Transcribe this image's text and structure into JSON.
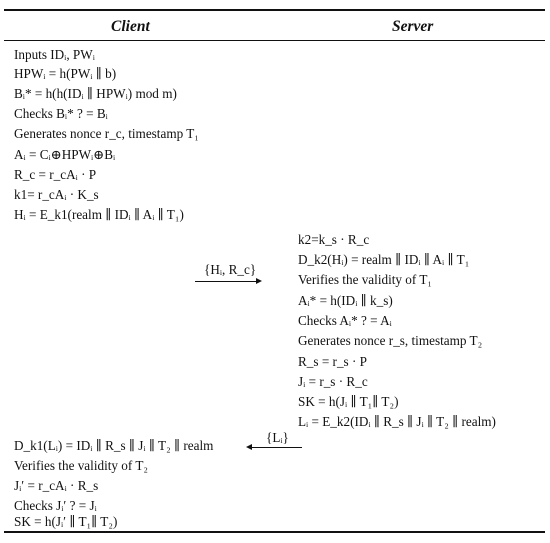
{
  "header": {
    "client": "Client",
    "server": "Server"
  },
  "client_steps": [
    "Inputs IDᵢ, PWᵢ",
    "HPWᵢ = h(PWᵢ ∥ b)",
    "Bᵢ* = h(h(IDᵢ ∥ HPWᵢ) mod m)",
    "Checks Bᵢ* ? = Bᵢ",
    "Generates nonce r_c, timestamp T₁",
    "Aᵢ = Cᵢ⊕HPWᵢ⊕Bᵢ",
    "R_c = r_cAᵢ · P",
    "k1= r_cAᵢ · K_s",
    "Hᵢ = E_k1(realm ∥ IDᵢ ∥ Aᵢ ∥ T₁)"
  ],
  "message1": "{Hᵢ, R_c}",
  "server_steps": [
    "k2=k_s · R_c",
    "D_k2(Hᵢ) = realm ∥ IDᵢ ∥ Aᵢ ∥ T₁",
    "Verifies the validity of T₁",
    "Aᵢ* = h(IDᵢ ∥ k_s)",
    "Checks  Aᵢ* ? = Aᵢ",
    "Generates nonce r_s, timestamp T₂",
    "R_s = r_s · P",
    "Jᵢ = r_s · R_c",
    "SK = h(Jᵢ ∥ T₁∥ T₂)",
    "Lᵢ = E_k2(IDᵢ ∥ R_s ∥ Jᵢ ∥ T₂ ∥ realm)"
  ],
  "message2": "{Lᵢ}",
  "client_final_steps": [
    "D_k1(Lᵢ) = IDᵢ ∥ R_s ∥ Jᵢ ∥ T₂ ∥ realm",
    "Verifies the validity of T₂",
    "Jᵢ′ = r_cAᵢ · R_s",
    "Checks Jᵢ′ ? = Jᵢ",
    "SK = h(Jᵢ′ ∥ T₁∥ T₂)"
  ]
}
